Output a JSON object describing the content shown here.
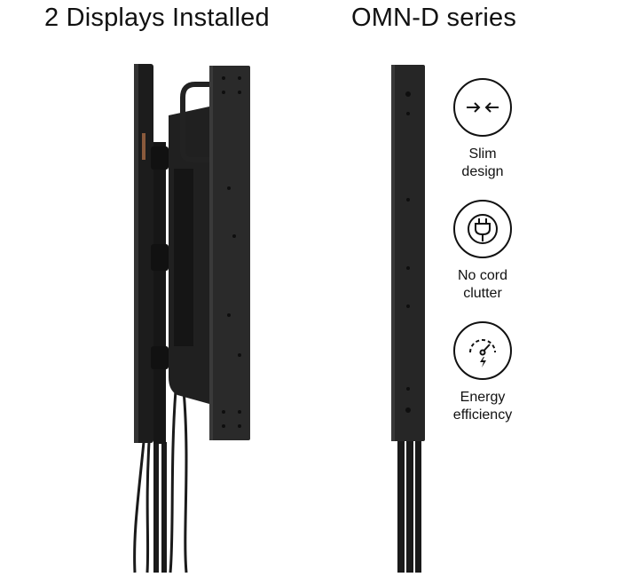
{
  "headings": {
    "left": "2 Displays Installed",
    "right": "OMN-D series"
  },
  "features": [
    {
      "icon": "slim-design-icon",
      "lines": [
        "Slim",
        "design"
      ]
    },
    {
      "icon": "plug-icon",
      "lines": [
        "No cord",
        "clutter"
      ]
    },
    {
      "icon": "energy-gauge-icon",
      "lines": [
        "Energy",
        "efficiency"
      ]
    }
  ],
  "colors": {
    "background": "#ffffff",
    "display_body": "#2a2a2a",
    "display_edge": "#111111",
    "text": "#111111",
    "brand_accent": "#8a5a3c"
  }
}
